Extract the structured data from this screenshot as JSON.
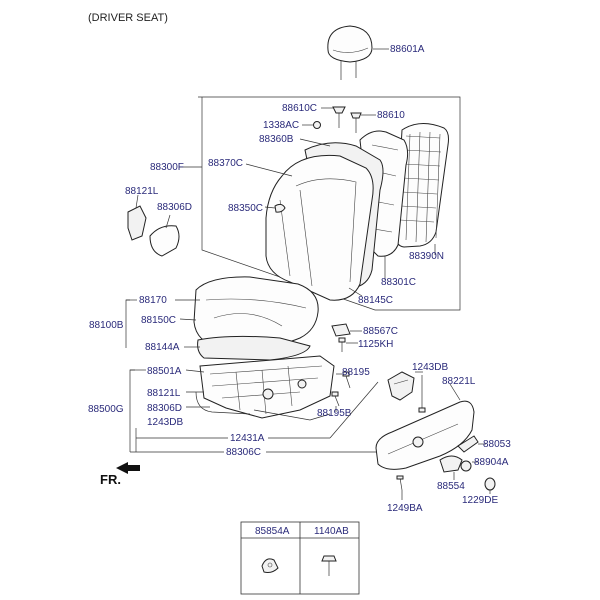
{
  "header": {
    "title": "(DRIVER SEAT)"
  },
  "direction": {
    "label": "FR."
  },
  "parts": {
    "p88601A": "88601A",
    "p88610C": "88610C",
    "p88610": "88610",
    "p1338AC": "1338AC",
    "p88360B": "88360B",
    "p88300F": "88300F",
    "p88370C": "88370C",
    "p88121L_a": "88121L",
    "p88306D_a": "88306D",
    "p88350C": "88350C",
    "p88390N": "88390N",
    "p88301C": "88301C",
    "p88145C": "88145C",
    "p88170": "88170",
    "p88100B": "88100B",
    "p88150C": "88150C",
    "p88567C": "88567C",
    "p1125KH": "1125KH",
    "p88144A": "88144A",
    "p88501A": "88501A",
    "p88195": "88195",
    "p1243DB_a": "1243DB",
    "p88221L": "88221L",
    "p88121L_b": "88121L",
    "p88500G": "88500G",
    "p88306D_b": "88306D",
    "p1243DB_b": "1243DB",
    "p88195B": "88195B",
    "p12431A": "12431A",
    "p88306C": "88306C",
    "p88053": "88053",
    "p88904A": "88904A",
    "p88554": "88554",
    "p1229DE": "1229DE",
    "p1249BA": "1249BA"
  },
  "table": {
    "col1": "85854A",
    "col2": "1140AB"
  }
}
